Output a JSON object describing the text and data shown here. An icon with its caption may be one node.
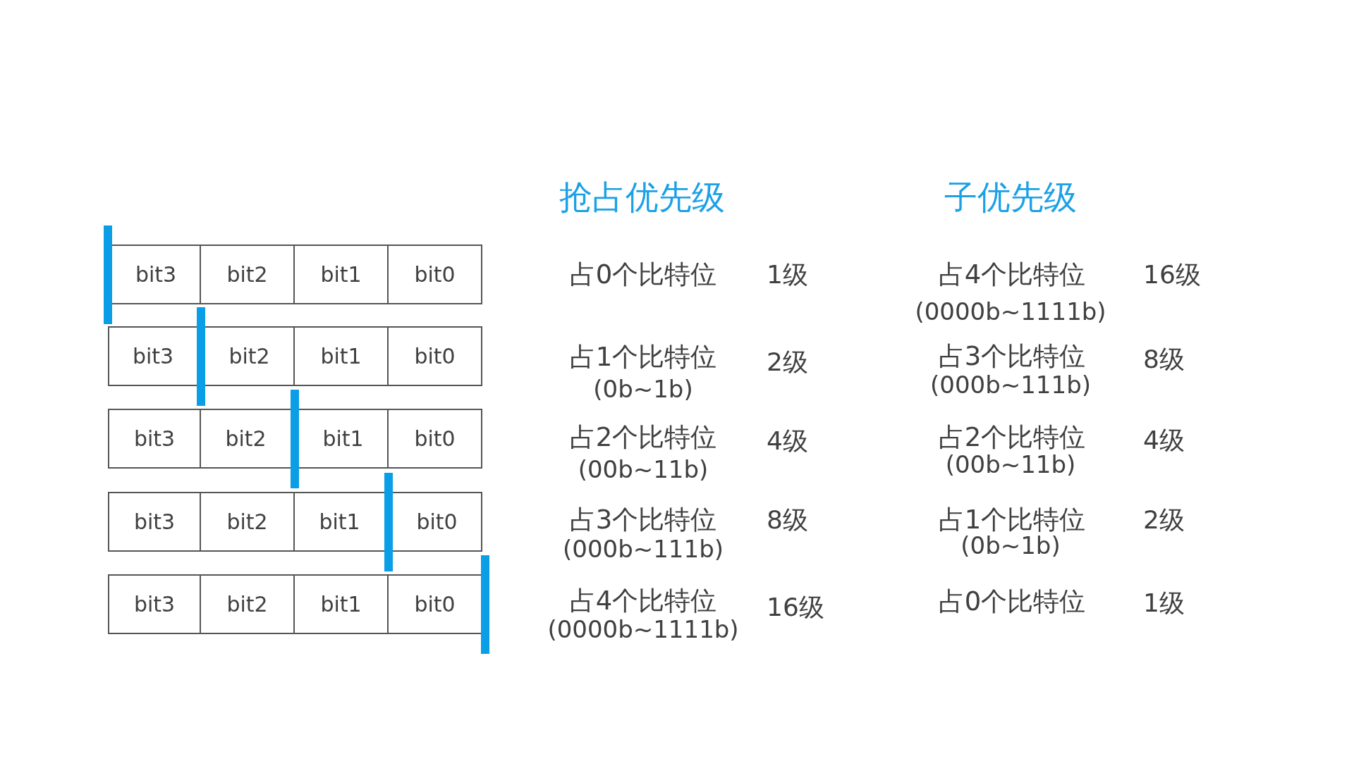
{
  "diagram": {
    "nodes": [
      {
        "text": [
          "bit3"
        ]
      },
      {
        "text": [
          "bit2"
        ]
      },
      {
        "text": [
          "bit1"
        ]
      },
      {
        "text": [
          "bit0"
        ]
      },
      {
        "text": [
          "bit3"
        ]
      },
      {
        "text": [
          "bit2"
        ]
      },
      {
        "text": [
          "bit1"
        ]
      },
      {
        "text": [
          "bit0"
        ]
      },
      {
        "text": [
          "bit3"
        ]
      },
      {
        "text": [
          "bit2"
        ]
      },
      {
        "text": [
          "bit1"
        ]
      },
      {
        "text": [
          "bit0"
        ]
      },
      {
        "text": [
          "bit3"
        ]
      },
      {
        "text": [
          "bit2"
        ]
      },
      {
        "text": [
          "bit1"
        ]
      },
      {
        "text": [
          "bit0"
        ]
      },
      {
        "text": [
          "bit3"
        ]
      },
      {
        "text": [
          "bit2"
        ]
      },
      {
        "text": [
          "bit1"
        ]
      },
      {
        "text": [
          "bit0"
        ]
      }
    ],
    "labels": [
      "抢占优先级",
      "子优先级",
      "占0个比特位",
      "1级",
      "占4个比特位",
      "(0000b~1111b)",
      "16级",
      "占1个比特位",
      "(0b~1b)",
      "2级",
      "占3个比特位",
      "(000b~111b)",
      "8级",
      "占2个比特位",
      "(00b~11b)",
      "4级",
      "占2个比特位",
      "(00b~11b)",
      "4级",
      "占3个比特位",
      "(000b~111b)",
      "8级",
      "占1个比特位",
      "(0b~1b)",
      "2级",
      "占4个比特位",
      "(0000b~1111b)",
      "16级",
      "占0个比特位",
      "1级"
    ]
  }
}
